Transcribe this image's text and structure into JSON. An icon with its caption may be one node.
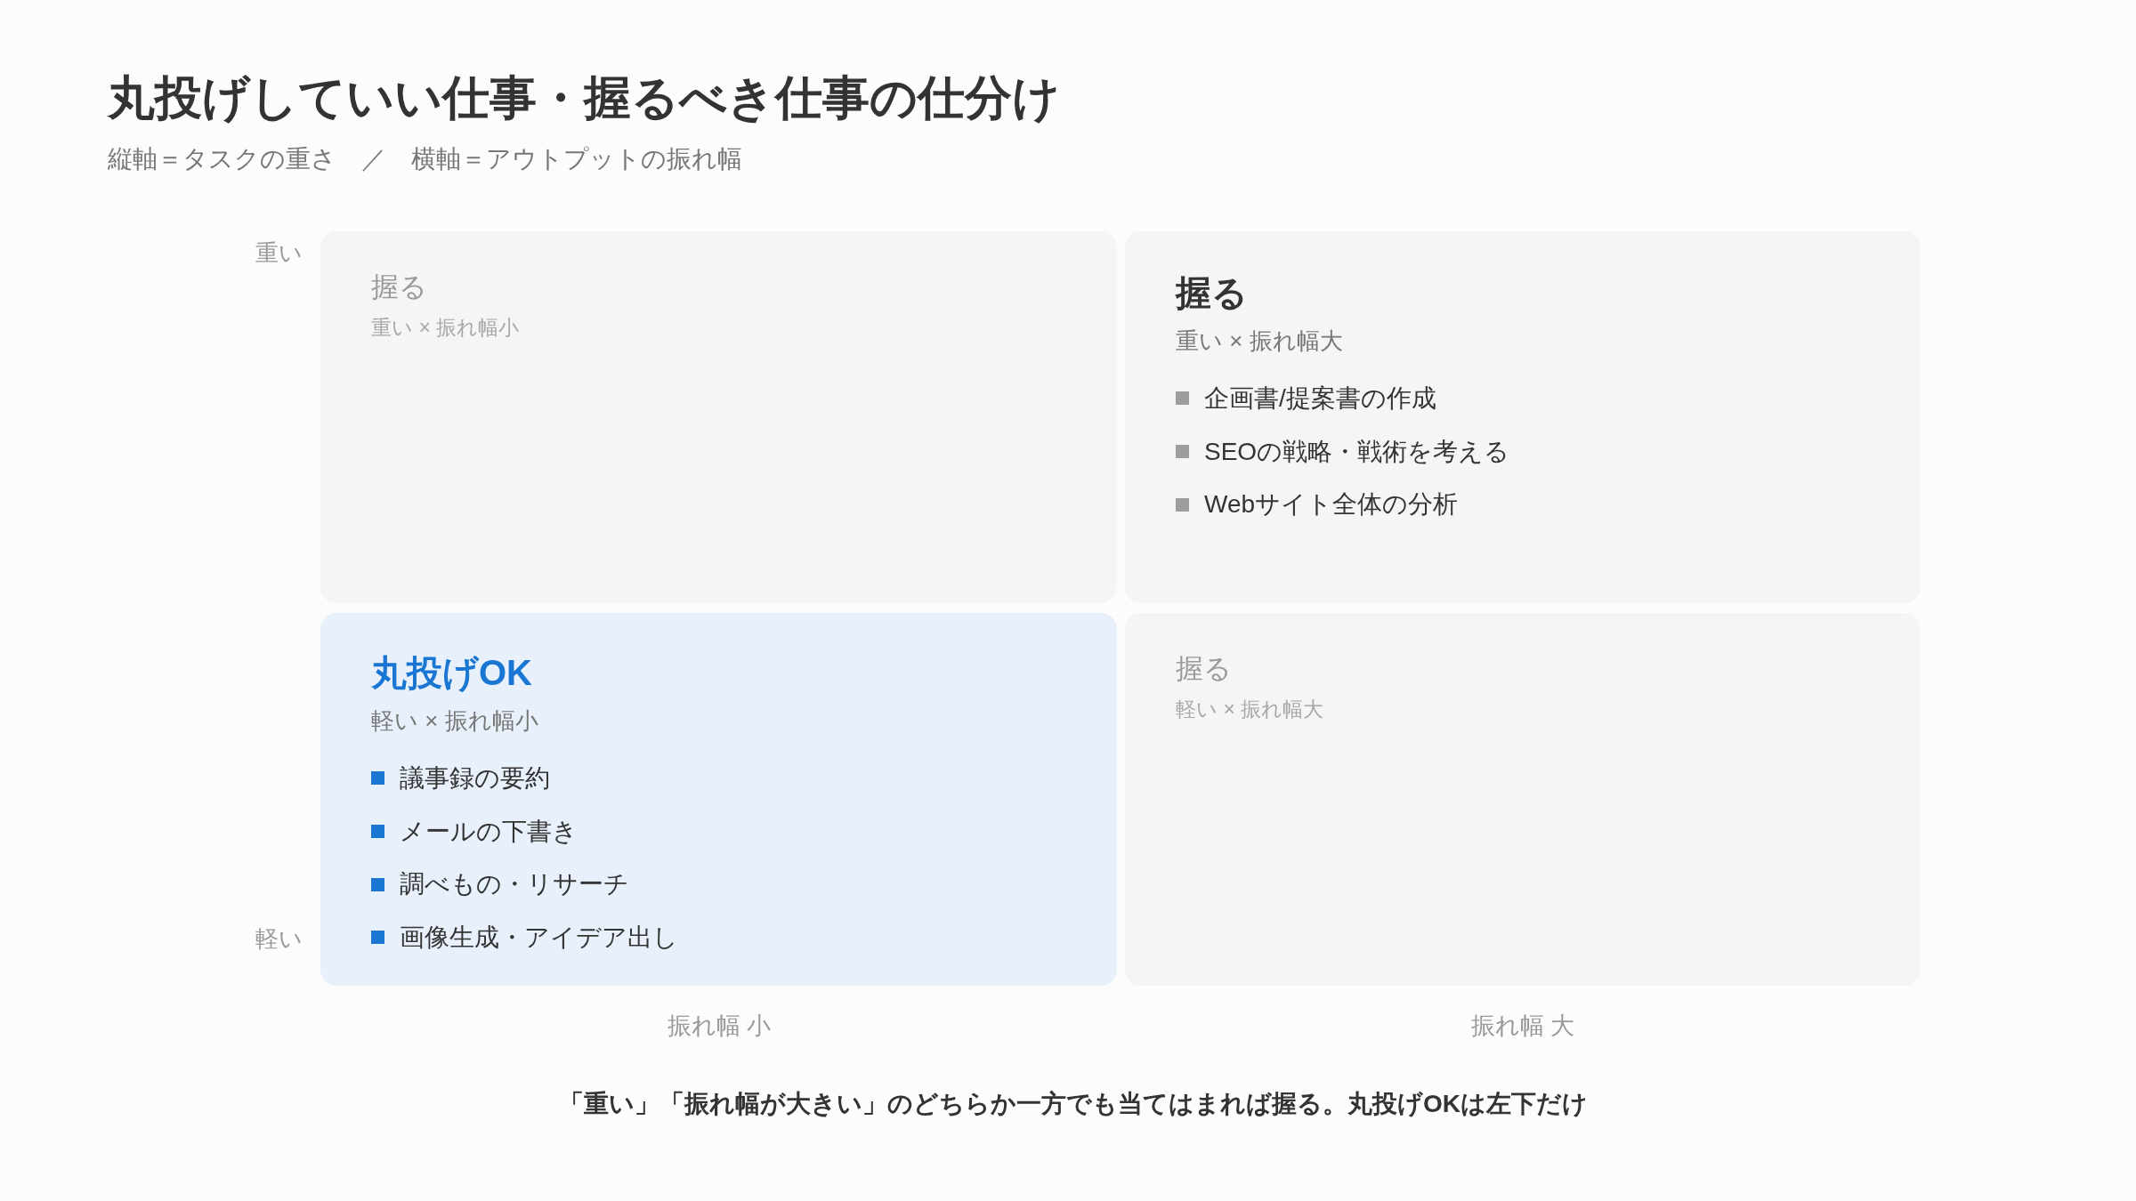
{
  "diagram": {
    "title": "丸投げしていい仕事・握るべき仕事の仕分け",
    "caption": "「重い」「振れ幅が大きい」のどちらか一方でも当てはまれば握る。丸投げOKは左下だけ",
    "nodes": [
      {
        "text": [
          "握る",
          "重い × 振れ幅小"
        ]
      },
      {
        "text": [
          "握る",
          "重い × 振れ幅大",
          "企画書/提案書の作成",
          "SEOの戦略・戦術を考える",
          "Webサイト全体の分析"
        ]
      },
      {
        "text": [
          "丸投げOK",
          "軽い × 振れ幅小",
          "議事録の要約",
          "メールの下書き",
          "調べもの・リサーチ",
          "画像生成・アイデア出し"
        ]
      },
      {
        "text": [
          "握る",
          "軽い × 振れ幅大"
        ]
      }
    ],
    "labels": [
      "縦軸＝タスクの重さ　／　横軸＝アウトプットの振れ幅",
      "重い",
      "軽い",
      "振れ幅 小",
      "振れ幅 大"
    ]
  }
}
